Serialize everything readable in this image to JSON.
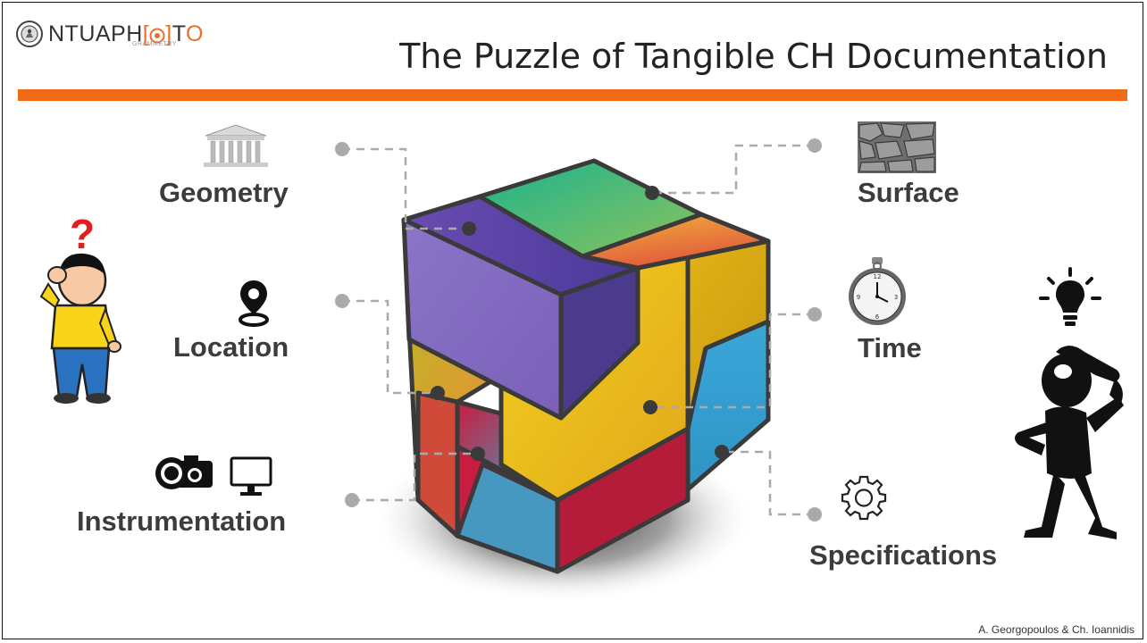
{
  "header": {
    "logo_text": "NTUAPH",
    "logo_text_hl": "O",
    "logo_subtext": "GRAMMETRY",
    "title": "The Puzzle of Tangible CH Documentation"
  },
  "labels": {
    "geometry": "Geometry",
    "location": "Location",
    "instrumentation": "Instrumentation",
    "surface": "Surface",
    "time": "Time",
    "specifications": "Specifications"
  },
  "footer": {
    "credit": "A. Georgopoulos & Ch. Ioannidis"
  },
  "colors": {
    "accent_bar": "#f06a18",
    "connector": "#aaaaaa"
  },
  "icons": [
    "university-seal-icon",
    "temple-icon",
    "location-pin-icon",
    "camera-icon",
    "monitor-icon",
    "stone-texture-icon",
    "pocket-watch-icon",
    "gear-icon",
    "lightbulb-icon",
    "confused-boy-figure",
    "thinking-silhouette-figure",
    "puzzle-cube-graphic"
  ]
}
